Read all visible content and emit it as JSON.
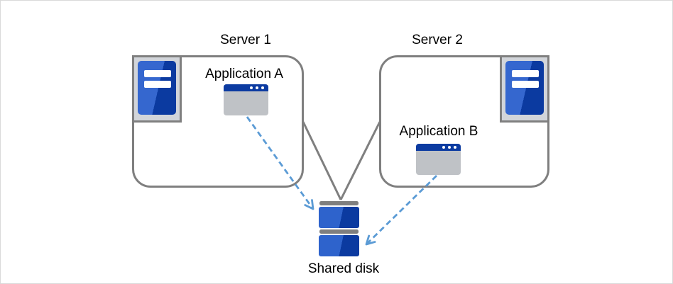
{
  "nodes": {
    "server1": {
      "label": "Server 1",
      "icon": "server-tower-icon"
    },
    "server2": {
      "label": "Server 2",
      "icon": "server-tower-icon"
    },
    "app_a": {
      "label": "Application A",
      "icon": "application-window-icon"
    },
    "app_b": {
      "label": "Application B",
      "icon": "application-window-icon"
    },
    "disk": {
      "label": "Shared disk",
      "icon": "disk-stack-icon"
    }
  },
  "connections": [
    {
      "from": "server1",
      "to": "disk",
      "style": "solid-gray-line"
    },
    {
      "from": "server2",
      "to": "disk",
      "style": "solid-gray-line"
    },
    {
      "from": "app_a",
      "to": "disk",
      "style": "dashed-blue-arrow"
    },
    {
      "from": "app_b",
      "to": "disk",
      "style": "dashed-blue-arrow"
    }
  ],
  "colors": {
    "box_border_gray": "#7f7f7f",
    "icon_frame_gray": "#d2d5da",
    "window_body_gray": "#bfc2c6",
    "blue_light": "#3567cf",
    "blue_dark": "#0b3aa0",
    "titlebar_blue": "#0c3ba1",
    "arrow_blue": "#5b9bd5",
    "canvas_border": "#d9d9d9"
  }
}
